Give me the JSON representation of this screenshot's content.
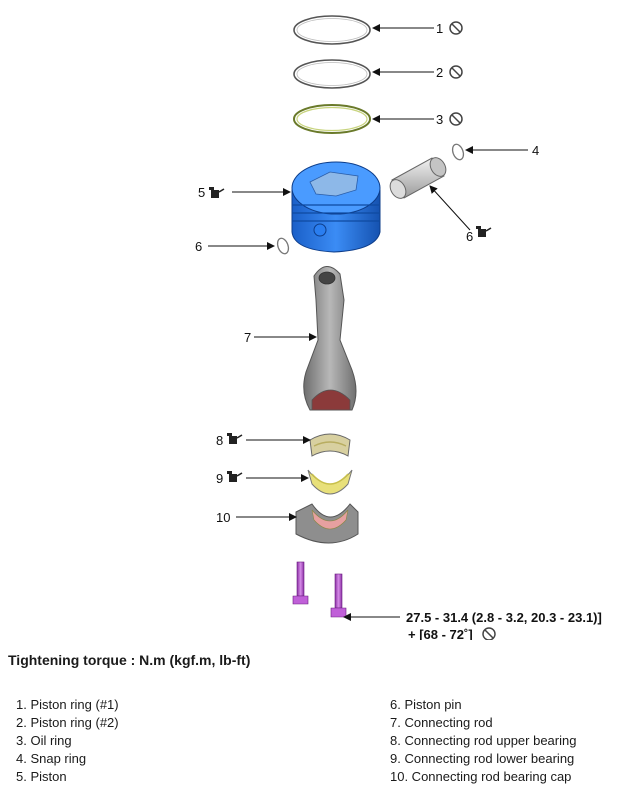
{
  "callouts": {
    "c1": "1",
    "c2": "2",
    "c3": "3",
    "c4": "4",
    "c5": "5",
    "c6a": "6",
    "c6b": "6",
    "c7": "7",
    "c8": "8",
    "c9": "9",
    "c10": "10"
  },
  "torque": {
    "line1": "27.5 - 31.4 (2.8 - 3.2, 20.3 - 23.1)]",
    "line2": "+ [68 - 72˚]"
  },
  "caption": "Tightening torque : N.m (kgf.m, lb-ft)",
  "legend_left": [
    "1. Piston ring (#1)",
    "2. Piston ring (#2)",
    "3. Oil ring",
    "4. Snap ring",
    "5. Piston"
  ],
  "legend_right": [
    "6. Piston pin",
    "7. Connecting rod",
    "8. Connecting rod upper bearing",
    "9. Connecting rod lower bearing",
    "10. Connecting rod bearing cap"
  ],
  "icons": {
    "no_reuse": "prohibited-circle-icon",
    "lubricate": "oil-can-icon"
  },
  "colors": {
    "piston": "#1e6fe0",
    "oil_ring": "#b7c47a",
    "bearing": "#e8e07a",
    "rod": "#8a8a8a",
    "bolt": "#b046c8"
  }
}
